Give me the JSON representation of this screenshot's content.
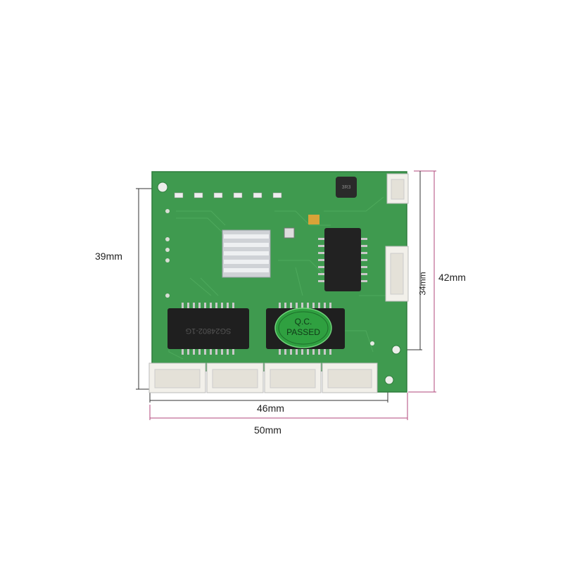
{
  "dimensions": {
    "height_outer": "39mm",
    "height_right_outer": "42mm",
    "height_right_inner": "34mm",
    "width_inner": "46mm",
    "width_outer": "50mm"
  },
  "board": {
    "stamp_line1": "Q.C.",
    "stamp_line2": "PASSED",
    "chip_text": "SG24802-1G",
    "inductor_text": "3R3"
  },
  "colors": {
    "pcb": "#3f9a4f",
    "pcb_dark": "#2f7d3d",
    "chip": "#1f1f1f",
    "heatsink": "#d7d9dc",
    "connector": "#f2f0ea",
    "dim_dark": "#333333",
    "dim_accent": "#b2477b",
    "stamp": "#2fa040"
  }
}
